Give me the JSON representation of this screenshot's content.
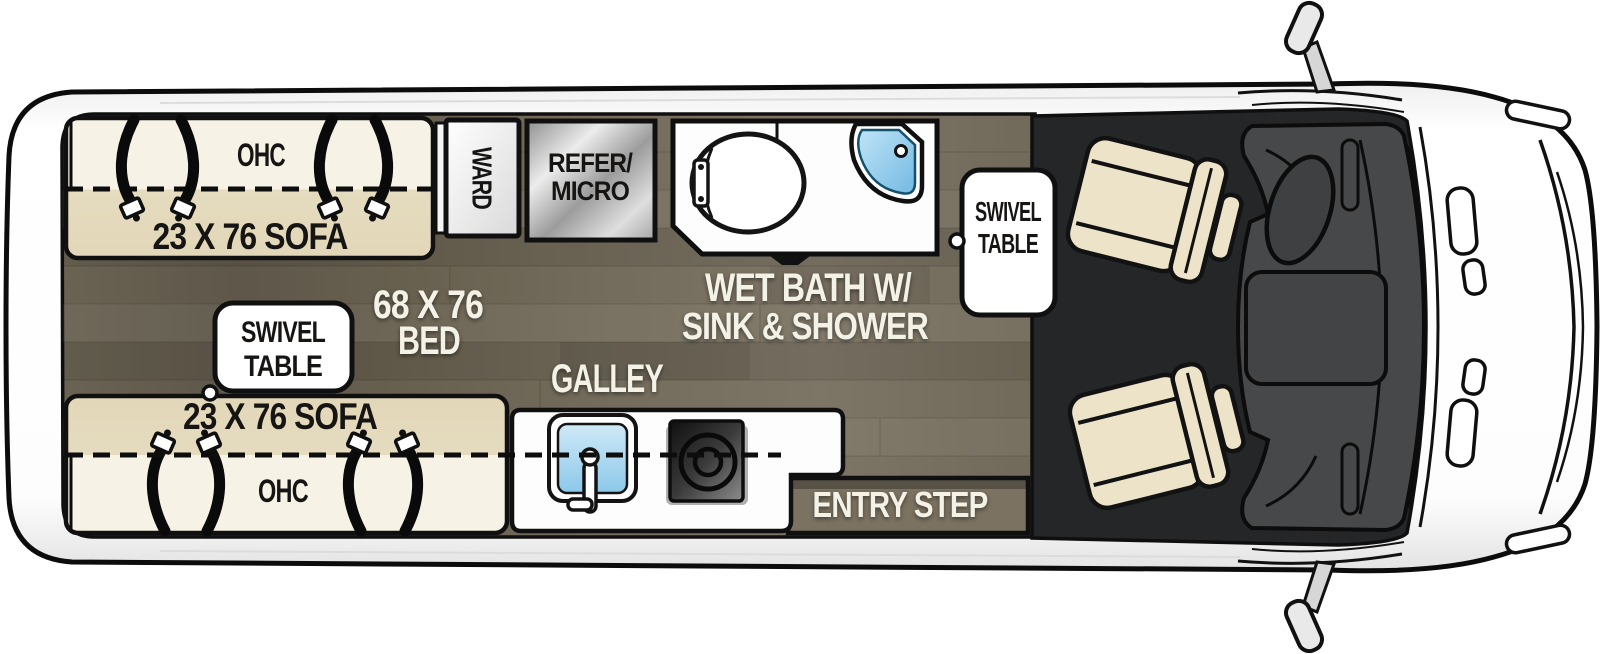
{
  "floorplan": {
    "sofas": {
      "top": {
        "label": "23 X 76 SOFA",
        "cabinet": "OHC"
      },
      "bottom": {
        "label": "23 X 76 SOFA",
        "cabinet": "OHC"
      }
    },
    "bed": {
      "line1": "68 X 76",
      "line2": "BED"
    },
    "tables": {
      "rear": {
        "line1": "SWIVEL",
        "line2": "TABLE"
      },
      "front": {
        "line1": "SWIVEL",
        "line2": "TABLE"
      }
    },
    "wardrobe": {
      "label": "WARD"
    },
    "refrigerator": {
      "line1": "REFER/",
      "line2": "MICRO"
    },
    "wet_bath": {
      "line1": "WET BATH W/",
      "line2": "SINK & SHOWER"
    },
    "galley": {
      "label": "GALLEY"
    },
    "entry_step": {
      "label": "ENTRY STEP"
    }
  },
  "icons": {
    "toilet": "toilet-top-view",
    "shower": "corner-shower-pan",
    "sink": "galley-sink",
    "cooktop": "single-burner-cooktop",
    "seatbelt": "seatbelt-strap",
    "cab_seat": "swivel-captain-seat",
    "mirror": "side-mirror"
  },
  "colors": {
    "outline": "#111111",
    "body_white": "#fdfdfd",
    "floor_wood": "#6b6354",
    "floor_wood_light": "#7d7566",
    "cab_floor": "#242628",
    "dashboard": "#474849",
    "console": "#434446",
    "sofa_seat": "#e5dbbf",
    "sofa_ohc": "#f6f2e6",
    "seat_cream": "#ece3c9",
    "shower_blue": "#8ec9e9",
    "sink_blue": "#9fd0ec",
    "entry_step_wood": "#7b7261",
    "label_white": "#f4f1e6"
  }
}
